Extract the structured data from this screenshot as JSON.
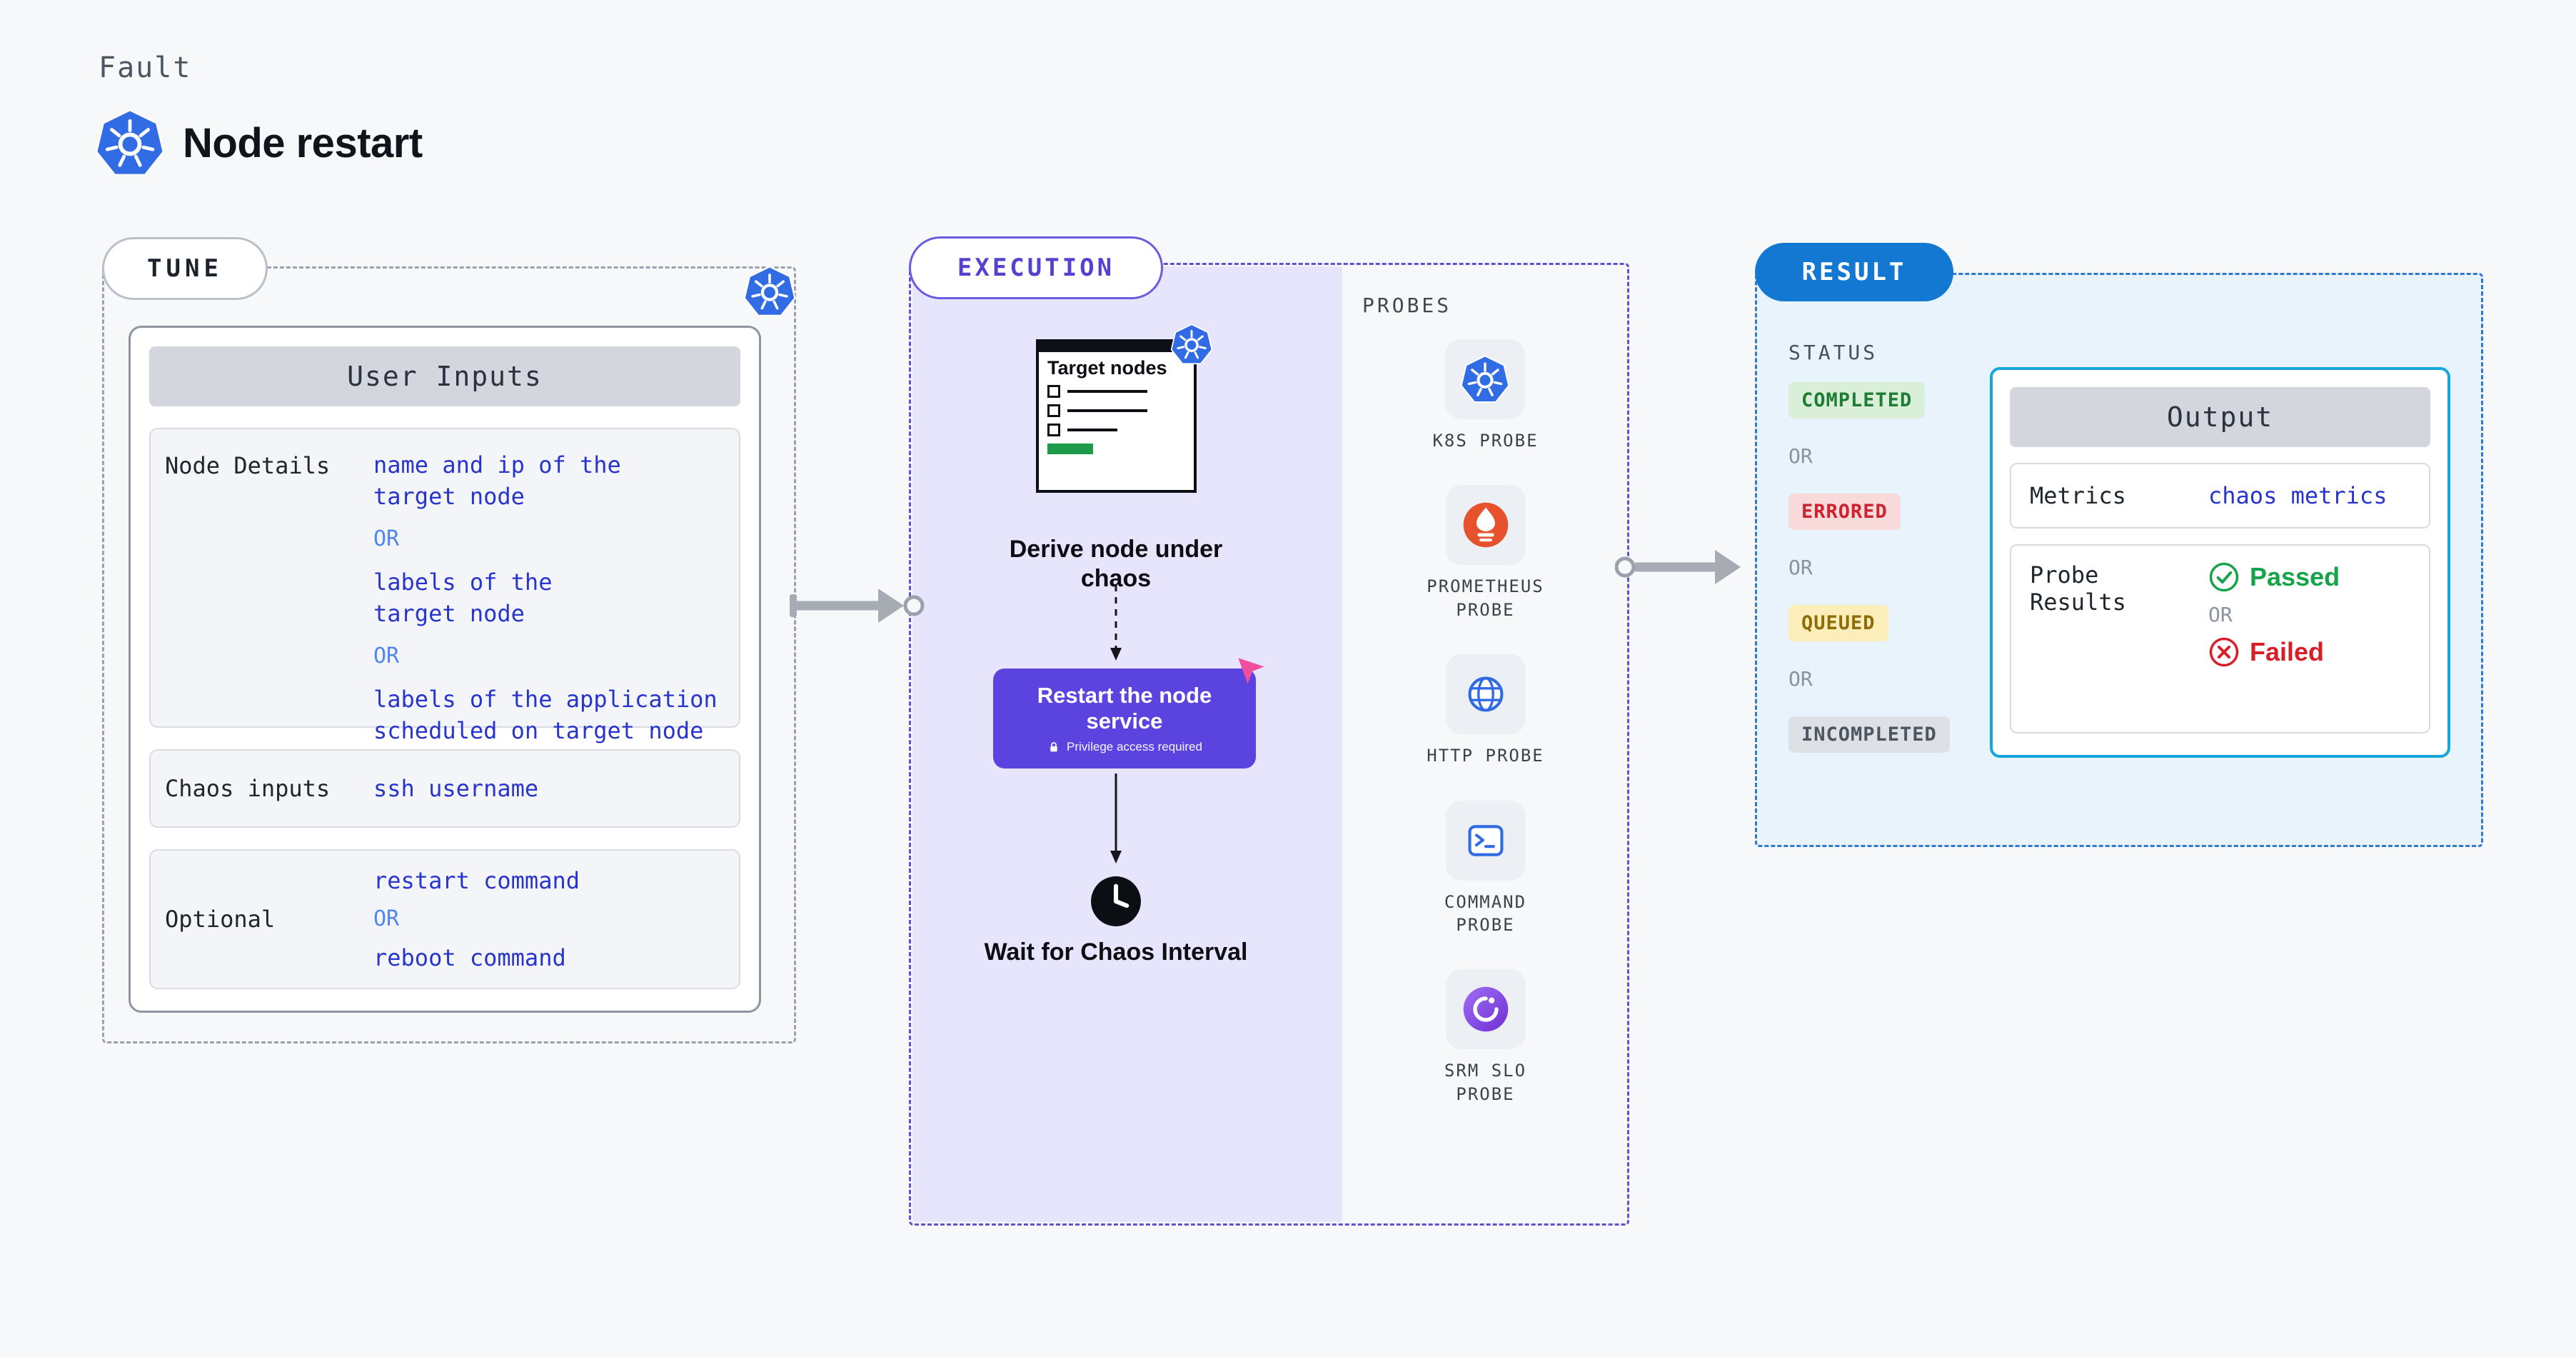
{
  "page": {
    "eyebrow": "Fault",
    "title": "Node restart"
  },
  "tune": {
    "pill": "TUNE",
    "card_header": "User Inputs",
    "or": "OR",
    "rows": [
      {
        "label": "Node Details",
        "values": [
          "name and ip of the\ntarget node",
          "labels of the\ntarget node",
          "labels of the application\n scheduled on target node"
        ]
      },
      {
        "label": "Chaos inputs",
        "values": [
          "ssh username"
        ]
      },
      {
        "label": "Optional",
        "values": [
          "restart command",
          "reboot command"
        ]
      }
    ]
  },
  "execution": {
    "pill": "EXECUTION",
    "target_card_title": "Target nodes",
    "derive_caption": "Derive node under chaos",
    "button_title": "Restart the node service",
    "button_subtitle": "Privilege access required",
    "wait_caption": "Wait for Chaos Interval"
  },
  "probes": {
    "heading": "PROBES",
    "items": [
      {
        "label": "K8S PROBE",
        "icon": "kubernetes-icon"
      },
      {
        "label": "PROMETHEUS\nPROBE",
        "icon": "prometheus-icon"
      },
      {
        "label": "HTTP PROBE",
        "icon": "globe-icon"
      },
      {
        "label": "COMMAND\nPROBE",
        "icon": "terminal-icon"
      },
      {
        "label": "SRM SLO\nPROBE",
        "icon": "srm-slo-icon"
      }
    ]
  },
  "result": {
    "pill": "RESULT",
    "status_heading": "STATUS",
    "or": "OR",
    "statuses": [
      {
        "label": "COMPLETED",
        "bg": "#d9efd8",
        "fg": "#1d7d33"
      },
      {
        "label": "ERRORED",
        "bg": "#f8dada",
        "fg": "#cd2230"
      },
      {
        "label": "QUEUED",
        "bg": "#fbeeba",
        "fg": "#8f6c06"
      },
      {
        "label": "INCOMPLETED",
        "bg": "#dde1e6",
        "fg": "#4c5560"
      }
    ],
    "output": {
      "header": "Output",
      "metrics_label": "Metrics",
      "metrics_value": "chaos metrics",
      "probe_results_label": "Probe Results",
      "passed": "Passed",
      "failed": "Failed"
    }
  },
  "colors": {
    "kubernetes_blue": "#326ce5",
    "execution_fill": "#e7e5fb",
    "execution_border": "#5f53cc",
    "button_purple": "#5a43df",
    "result_pill_blue": "#1278d2",
    "result_fill": "#e9f3fb",
    "output_border_cyan": "#15a7dc",
    "value_blue": "#2735cd",
    "or_blue": "#4f86ef",
    "arrow_gray": "#a6abb4",
    "passed_green": "#16a34a",
    "failed_red": "#d81f28"
  }
}
